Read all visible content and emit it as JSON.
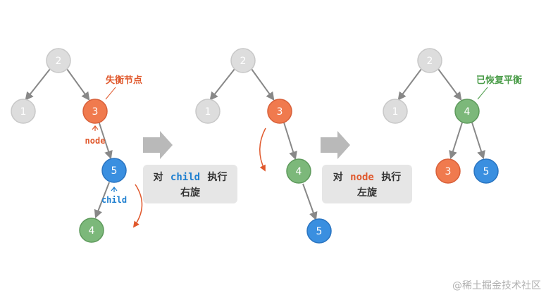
{
  "colors": {
    "gray_fill": "#dddddd",
    "gray_stroke": "#c8c8c8",
    "orange_fill": "#f07a4e",
    "orange_stroke": "#d8603a",
    "blue_fill": "#3a8fe0",
    "blue_stroke": "#2a74c0",
    "green_fill": "#7cb87a",
    "green_stroke": "#5e9a5c",
    "edge": "#888888",
    "arrow_block": "#b9b9b9",
    "label_box": "#e6e6e6",
    "orange_text": "#e0582c",
    "blue_text": "#1e7fd0",
    "green_text": "#4a9c48",
    "dark_text": "#333333"
  },
  "panel1": {
    "nodes": [
      "2",
      "1",
      "3",
      "5",
      "4"
    ],
    "annotation": "失衡节点",
    "node_tag": "node",
    "child_tag": "child"
  },
  "operation1": {
    "prefix": "对",
    "keyword": "child",
    "suffix": "执行",
    "action": "右旋"
  },
  "panel2": {
    "nodes": [
      "2",
      "1",
      "3",
      "4",
      "5"
    ]
  },
  "operation2": {
    "prefix": "对",
    "keyword": "node",
    "suffix": "执行",
    "action": "左旋"
  },
  "panel3": {
    "nodes": [
      "2",
      "1",
      "4",
      "3",
      "5"
    ],
    "annotation": "已恢复平衡"
  },
  "watermark": "@稀土掘金技术社区"
}
